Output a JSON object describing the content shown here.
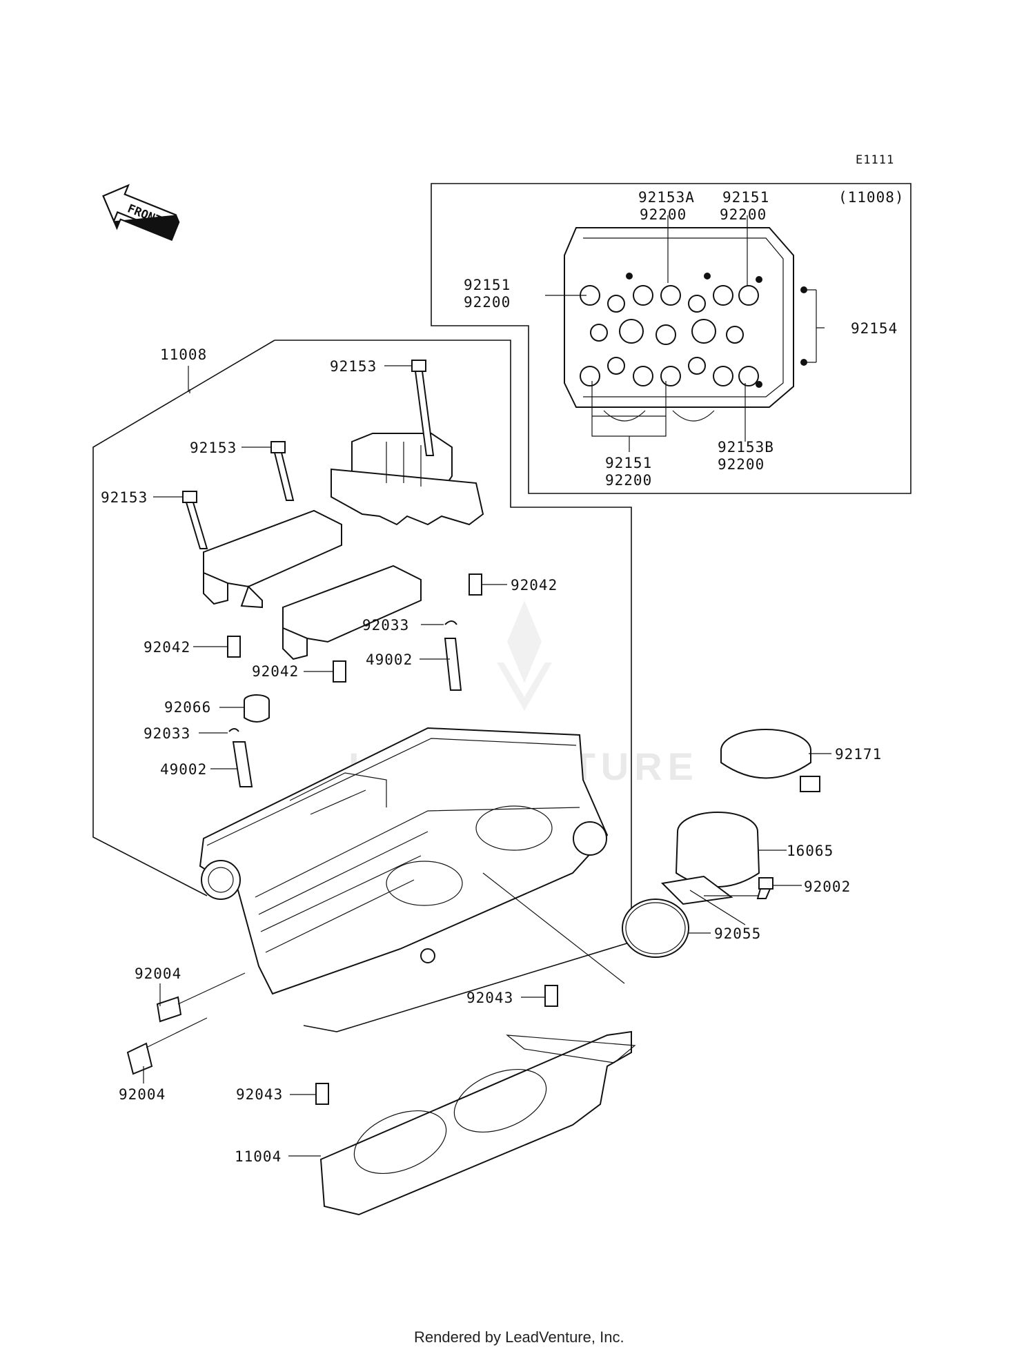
{
  "diagram_code": "E1111",
  "front_arrow": "FRONT",
  "inset": {
    "ref": "(11008)",
    "labels": {
      "top_left": [
        "92153A",
        "92200"
      ],
      "top_right": [
        "92151",
        "92200"
      ],
      "left": [
        "92151",
        "92200"
      ],
      "right": "92154",
      "bottom_left": [
        "92151",
        "92200"
      ],
      "bottom_right": [
        "92153B",
        "92200"
      ]
    }
  },
  "parts": {
    "p11008": "11008",
    "p92153_a": "92153",
    "p92153_b": "92153",
    "p92153_c": "92153",
    "p92042_a": "92042",
    "p92042_b": "92042",
    "p92042_c": "92042",
    "p92033_a": "92033",
    "p92033_b": "92033",
    "p49002_a": "49002",
    "p49002_b": "49002",
    "p92066": "92066",
    "p92171": "92171",
    "p16065": "16065",
    "p92002": "92002",
    "p92055": "92055",
    "p92004_a": "92004",
    "p92004_b": "92004",
    "p92043_a": "92043",
    "p92043_b": "92043",
    "p11004": "11004"
  },
  "watermark": "LEADVENTURE",
  "footer": "Rendered by LeadVenture, Inc."
}
